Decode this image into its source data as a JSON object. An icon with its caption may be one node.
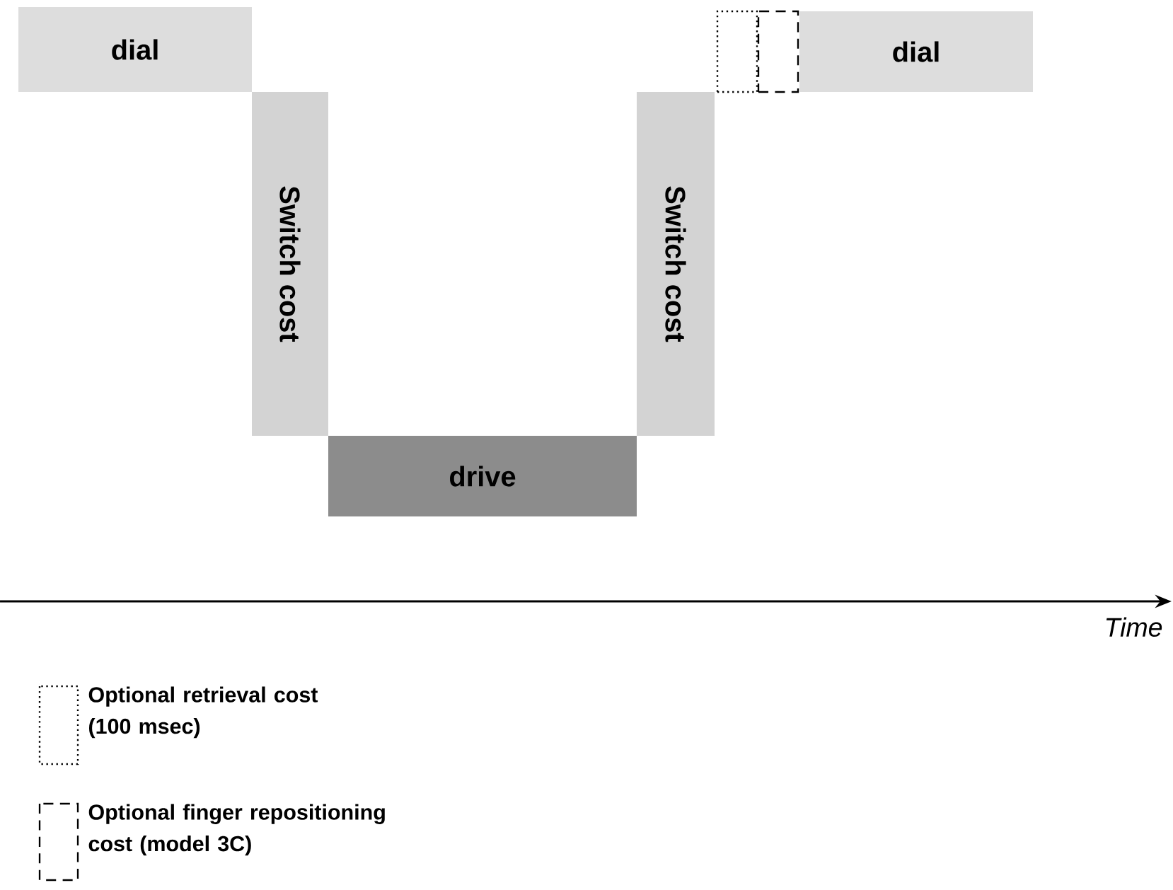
{
  "diagram": {
    "nodes": [
      {
        "text": [
          "dial"
        ]
      },
      {
        "text": [
          "Switch cost"
        ]
      },
      {
        "text": [
          "drive"
        ]
      },
      {
        "text": [
          "Switch cost"
        ]
      },
      {
        "text": [],
        "shape": "box"
      },
      {
        "text": [],
        "shape": "box"
      },
      {
        "text": [
          "dial"
        ]
      }
    ],
    "edges": [],
    "labels": [
      "Time"
    ],
    "legend": [
      {
        "text": "Optional retrieval cost (100 msec)"
      },
      {
        "text": "Optional finger repositioning cost (model 3C)"
      }
    ]
  }
}
